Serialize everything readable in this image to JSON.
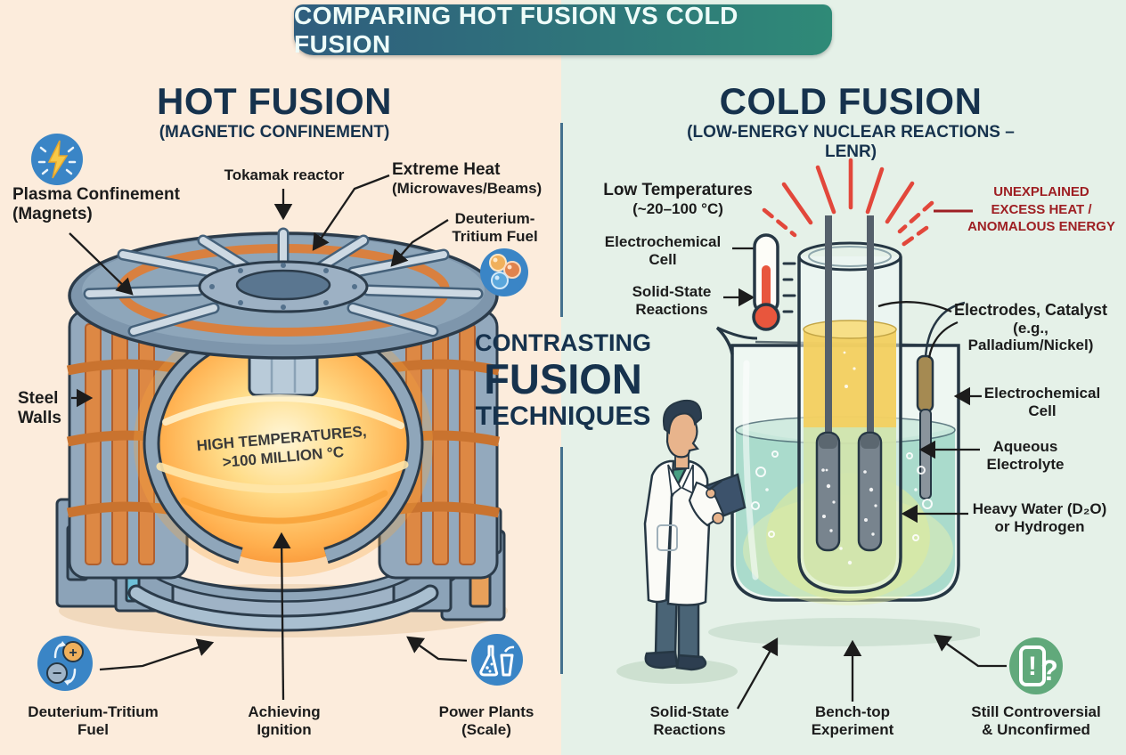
{
  "banner": {
    "title": "COMPARING HOT FUSION VS COLD FUSION"
  },
  "colors": {
    "banner_gradient_left": "#2f5d7e",
    "banner_gradient_right": "#2f8a77",
    "hot_panel_bg": "#fcecdc",
    "cold_panel_bg": "#e5f1e8",
    "title_navy": "#16324d",
    "label_black": "#1c1c1c",
    "alert_red": "#9e1f23",
    "ray_red": "#e2473b",
    "icon_blue": "#3a85c6",
    "icon_green": "#61a97b",
    "plasma_orange": "#f79b3e"
  },
  "center_title": {
    "line1": "CONTRASTING",
    "line2": "FUSION",
    "line3": "TECHNIQUES"
  },
  "hot": {
    "title": "HOT FUSION",
    "subtitle": "(MAGNETIC CONFINEMENT)",
    "labels": {
      "plasma_confinement_1": "Plasma Confinement",
      "plasma_confinement_2": "(Magnets)",
      "tokamak": "Tokamak reactor",
      "extreme_heat": "Extreme Heat",
      "extreme_heat_sub": "(Microwaves/Beams)",
      "dt_fuel_1": "Deuterium-",
      "dt_fuel_2": "Tritium Fuel",
      "steel_walls_1": "Steel",
      "steel_walls_2": "Walls",
      "plasma_temp_1": "HIGH TEMPERATURES,",
      "plasma_temp_2": ">100 MILLION °C"
    },
    "bottom": [
      {
        "line1": "Deuterium-Tritium",
        "line2": "Fuel",
        "icon": "dt-fuel-icon"
      },
      {
        "line1": "Achieving",
        "line2": "Ignition",
        "icon": null
      },
      {
        "line1": "Power Plants",
        "line2": "(Scale)",
        "icon": "power-plant-icon"
      }
    ]
  },
  "cold": {
    "title": "COLD FUSION",
    "subtitle": "(LOW-ENERGY NUCLEAR REACTIONS – LENR)",
    "labels": {
      "low_temp": "Low Temperatures",
      "low_temp_sub": "(~20–100 °C)",
      "electro_cell_left_1": "Electrochemical",
      "electro_cell_left_2": "Cell",
      "solid_state_1": "Solid-State",
      "solid_state_2": "Reactions",
      "unexplained_1": "UNEXPLAINED",
      "unexplained_2": "EXCESS HEAT /",
      "unexplained_3": "ANOMALOUS ENERGY",
      "electrodes": "Electrodes, Catalyst",
      "electrodes_sub": "(e.g., Palladium/Nickel)",
      "electro_cell_right_1": "Electrochemical",
      "electro_cell_right_2": "Cell",
      "aqueous_1": "Aqueous",
      "aqueous_2": "Electrolyte",
      "heavy_water_1": "Heavy Water (D₂O)",
      "heavy_water_2": "or Hydrogen"
    },
    "bottom": [
      {
        "line1": "Solid-State",
        "line2": "Reactions",
        "icon": null
      },
      {
        "line1": "Bench-top",
        "line2": "Experiment",
        "icon": null
      },
      {
        "line1": "Still Controversial",
        "line2": "& Unconfirmed",
        "icon": "controversial-icon"
      }
    ]
  },
  "icons": [
    "lightning-icon",
    "fuel-atoms-icon",
    "dt-fuel-icon",
    "power-plant-icon",
    "thermometer-icon",
    "heat-rays-icon",
    "controversial-icon"
  ]
}
